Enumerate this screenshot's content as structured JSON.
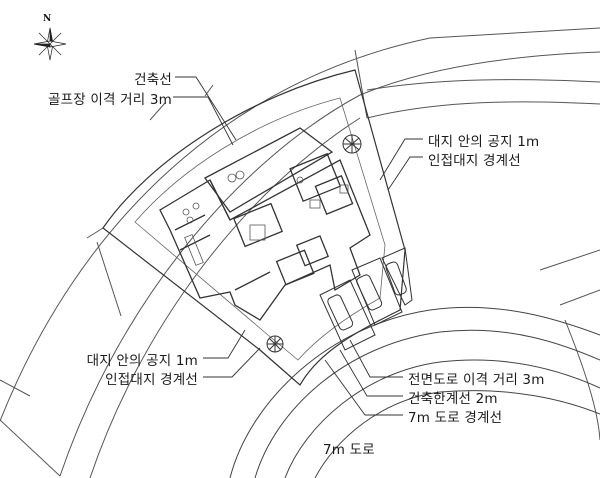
{
  "north_label": "N",
  "labels": {
    "building_line": "건축선",
    "golf_setback": "골프장 이격 거리 3m",
    "open_space_top": "대지 안의 공지 1m",
    "adjacent_boundary_top": "인접대지 경계선",
    "open_space_bottom": "대지 안의 공지 1m",
    "adjacent_boundary_bottom": "인접대지 경계선",
    "front_road_setback": "전면도로 이격 거리 3m",
    "building_limit_line": "건축한계선 2m",
    "road_boundary": "7m 도로 경계선",
    "road_name": "7m 도로"
  },
  "colors": {
    "line": "#333333",
    "light": "#777777"
  }
}
